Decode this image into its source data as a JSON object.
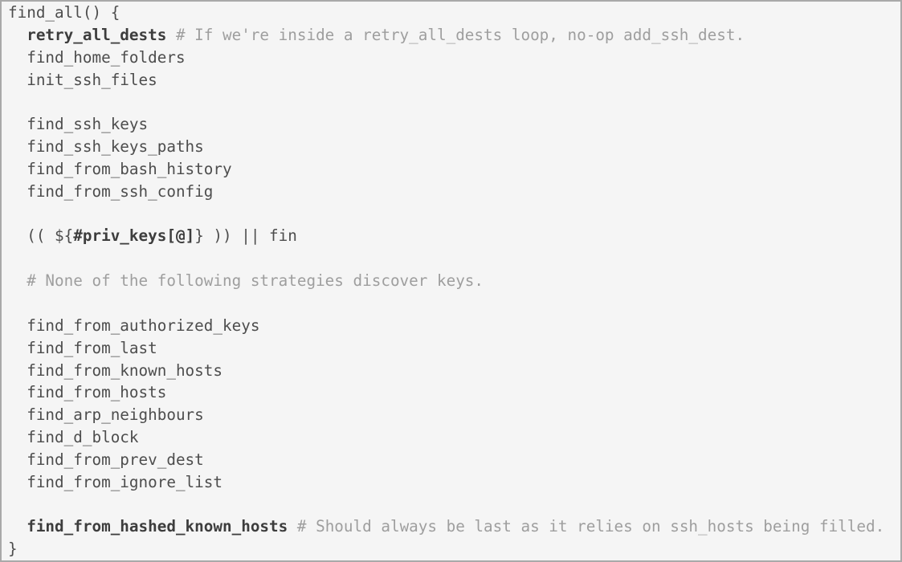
{
  "theme": {
    "background": "#f5f5f5",
    "border": "#a9a9a9",
    "code_text": "#4d4d4d",
    "bold_text": "#3d3d3d",
    "comment_text": "#9e9e9e"
  },
  "code_block": {
    "language": "shell",
    "function_name": "find_all",
    "lines": [
      {
        "segments": [
          {
            "t": "find_all() {",
            "s": "code"
          }
        ]
      },
      {
        "segments": [
          {
            "t": "  ",
            "s": "code"
          },
          {
            "t": "retry_all_dests",
            "s": "bold"
          },
          {
            "t": " ",
            "s": "code"
          },
          {
            "t": "# If we're inside a retry_all_dests loop, no-op add_ssh_dest.",
            "s": "comment"
          }
        ]
      },
      {
        "segments": [
          {
            "t": "  find_home_folders",
            "s": "code"
          }
        ]
      },
      {
        "segments": [
          {
            "t": "  init_ssh_files",
            "s": "code"
          }
        ]
      },
      {
        "segments": []
      },
      {
        "segments": [
          {
            "t": "  find_ssh_keys",
            "s": "code"
          }
        ]
      },
      {
        "segments": [
          {
            "t": "  find_ssh_keys_paths",
            "s": "code"
          }
        ]
      },
      {
        "segments": [
          {
            "t": "  find_from_bash_history",
            "s": "code"
          }
        ]
      },
      {
        "segments": [
          {
            "t": "  find_from_ssh_config",
            "s": "code"
          }
        ]
      },
      {
        "segments": []
      },
      {
        "segments": [
          {
            "t": "  (( ${",
            "s": "code"
          },
          {
            "t": "#priv_keys[@]",
            "s": "bold"
          },
          {
            "t": "} )) || fin",
            "s": "code"
          }
        ]
      },
      {
        "segments": []
      },
      {
        "segments": [
          {
            "t": "  ",
            "s": "code"
          },
          {
            "t": "# None of the following strategies discover keys.",
            "s": "comment"
          }
        ]
      },
      {
        "segments": []
      },
      {
        "segments": [
          {
            "t": "  find_from_authorized_keys",
            "s": "code"
          }
        ]
      },
      {
        "segments": [
          {
            "t": "  find_from_last",
            "s": "code"
          }
        ]
      },
      {
        "segments": [
          {
            "t": "  find_from_known_hosts",
            "s": "code"
          }
        ]
      },
      {
        "segments": [
          {
            "t": "  find_from_hosts",
            "s": "code"
          }
        ]
      },
      {
        "segments": [
          {
            "t": "  find_arp_neighbours",
            "s": "code"
          }
        ]
      },
      {
        "segments": [
          {
            "t": "  find_d_block",
            "s": "code"
          }
        ]
      },
      {
        "segments": [
          {
            "t": "  find_from_prev_dest",
            "s": "code"
          }
        ]
      },
      {
        "segments": [
          {
            "t": "  find_from_ignore_list",
            "s": "code"
          }
        ]
      },
      {
        "segments": []
      },
      {
        "segments": [
          {
            "t": "  ",
            "s": "code"
          },
          {
            "t": "find_from_hashed_known_hosts",
            "s": "bold"
          },
          {
            "t": " ",
            "s": "code"
          },
          {
            "t": "# Should always be last as it relies on ssh_hosts being filled.",
            "s": "comment"
          }
        ]
      },
      {
        "segments": [
          {
            "t": "}",
            "s": "code"
          }
        ]
      }
    ]
  }
}
